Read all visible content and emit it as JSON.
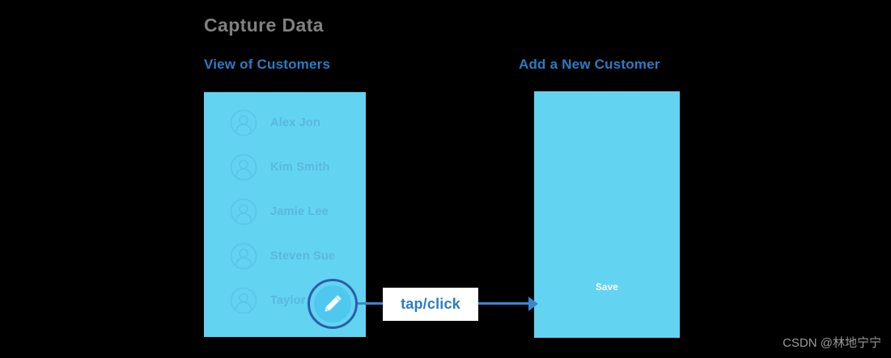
{
  "page": {
    "title": "Capture Data",
    "background_color": "#000000",
    "title_color": "#808080",
    "accent_color": "#2b7cc4",
    "panel_color": "#63d3f2",
    "arrow_color": "#3a86cf"
  },
  "left_panel": {
    "title": "View of Customers",
    "customers": [
      {
        "name": "Alex Jon",
        "avatar_icon": "user-avatar-icon"
      },
      {
        "name": "Kim Smith",
        "avatar_icon": "user-avatar-icon"
      },
      {
        "name": "Jamie Lee",
        "avatar_icon": "user-avatar-icon"
      },
      {
        "name": "Steven Sue",
        "avatar_icon": "user-avatar-icon"
      },
      {
        "name": "Taylor",
        "avatar_icon": "user-avatar-icon"
      }
    ],
    "edit_button": {
      "icon": "pencil-edit-icon",
      "ring_color": "#2b5ea8",
      "fill_color": "#4ec8ef"
    }
  },
  "connector": {
    "label": "tap/click",
    "direction": "left-to-right",
    "arrowhead": "arrow-right-icon"
  },
  "right_panel": {
    "title": "Add a New Customer",
    "save_label": "Save"
  },
  "watermark": {
    "text": "CSDN @林地宁宁"
  }
}
